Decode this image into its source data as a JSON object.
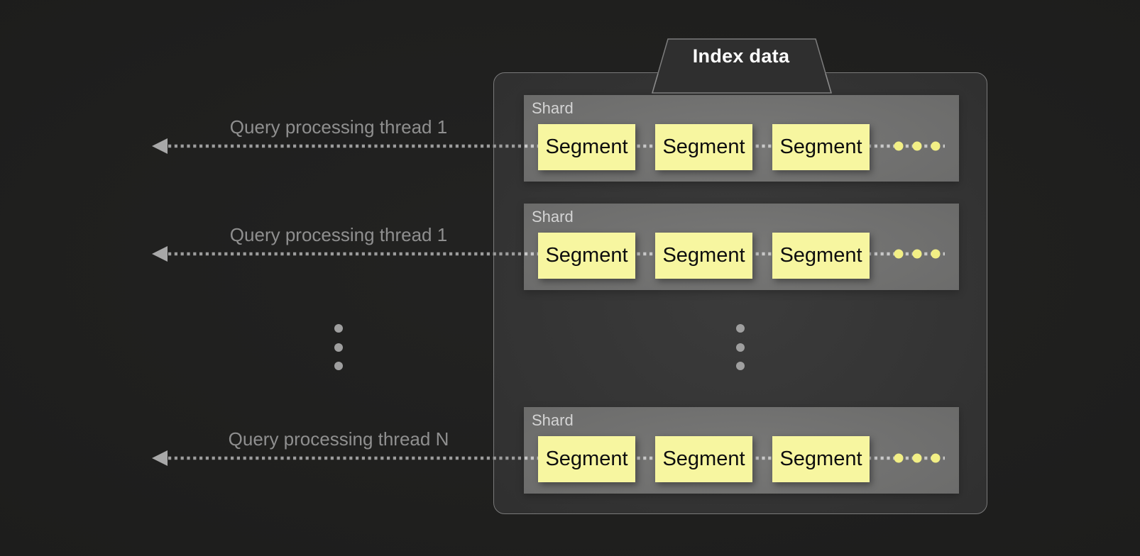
{
  "diagram": {
    "tab_label": "Index data",
    "threads": [
      {
        "label": "Query processing thread 1"
      },
      {
        "label": "Query processing thread 1"
      },
      {
        "label": "Query processing thread N"
      }
    ],
    "shards": [
      {
        "label": "Shard",
        "segments": [
          "Segment",
          "Segment",
          "Segment"
        ]
      },
      {
        "label": "Shard",
        "segments": [
          "Segment",
          "Segment",
          "Segment"
        ]
      },
      {
        "label": "Shard",
        "segments": [
          "Segment",
          "Segment",
          "Segment"
        ]
      }
    ],
    "icons": {
      "arrow_left": "left-arrowhead",
      "segment_more": "yellow-ellipsis-dots",
      "shard_more": "vertical-ellipsis-dots",
      "thread_more": "vertical-ellipsis-dots"
    },
    "colors": {
      "background": "#1e1e1e",
      "container_fill": "#333333",
      "container_border": "#7a7a7a",
      "shard_fill": "#6e6e6e",
      "shard_label_text": "#d4d4d4",
      "segment_fill": "#f7f6a0",
      "segment_text": "#0e0e0e",
      "segment_dot_yellow": "#f2ef85",
      "arrow_gray": "#9c9c9c",
      "arrow_gray_light": "#c8c8c8",
      "thread_label_text": "#8f8f8f",
      "tab_text": "#ffffff",
      "ellipsis_gray": "#9f9f9f"
    }
  }
}
